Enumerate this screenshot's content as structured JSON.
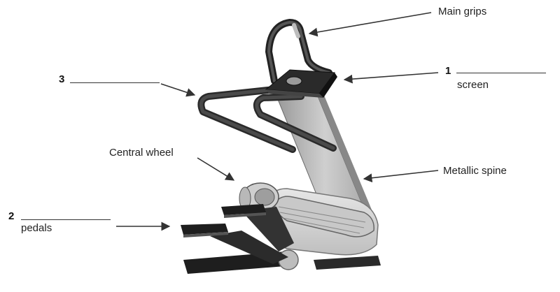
{
  "labels": {
    "main_grips": "Main grips",
    "screen_number": "1",
    "screen": "screen",
    "item3_number": "3",
    "central_wheel": "Central wheel",
    "metallic_spine": "Metallic spine",
    "pedals_number": "2",
    "pedals": "pedals"
  },
  "colors": {
    "frame_dark": "#3a3a3a",
    "frame_black": "#1e1e1e",
    "spine_light": "#bdbdbd",
    "housing": "#d6d6d6",
    "arrow": "#333333"
  }
}
